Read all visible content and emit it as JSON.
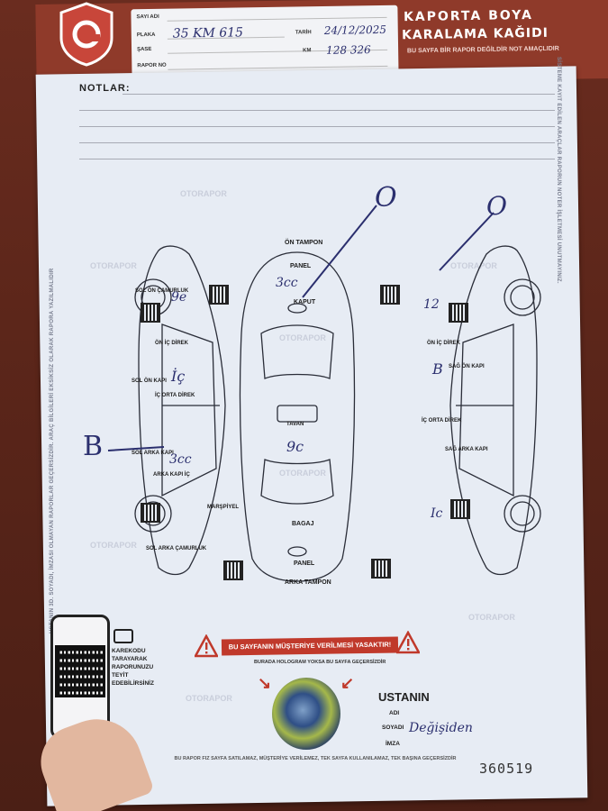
{
  "form": {
    "title_line1": "KAPORTA BOYA",
    "title_line2": "KARALAMA KAĞIDI",
    "subtitle": "BU SAYFA BİR RAPOR DEĞİLDİR NOT AMAÇLIDIR",
    "fields": {
      "owner_label": "SAYI ADI",
      "plate_label": "PLAKA",
      "chassis_label": "ŞASE",
      "report_no_label": "RAPOR NO",
      "date_label": "TARİH",
      "km_label": "KM",
      "plate_value": "35 KM 615",
      "date_value": "24/12/2025",
      "km_value": "128 326"
    },
    "notes_label": "NOTLAR:",
    "brand_watermark": "OTORAPOR",
    "side_text_left": "USTANIN 3D. SOYADI, İMZASI OLMAYAN RAPORLAR GEÇERSİZDİR. ARAÇ BİLGİLERİ EKSİKSİZ OLARAK RAPORA YAZILMALIDIR",
    "side_text_right": "SİSTEME KAYIT EDİLEN ARAÇLAR RAPORUN NOTER İŞLETMESİ UNUTMAYINIZ.",
    "diagram": {
      "front": "ÖN TAMPON",
      "rear": "ARKA TAMPON",
      "panel_top": "PANEL",
      "panel_bottom": "PANEL",
      "hood": "KAPUT",
      "trunk": "BAGAJ",
      "roof": "TAVAN",
      "left_front_fender": "SOL ÖN ÇAMURLUK",
      "left_front_door": "SOL ÖN KAPI",
      "left_rear_door": "SOL ARKA KAPI",
      "left_rear_fender": "SOL ARKA ÇAMURLUK",
      "inner_front": "ÖN İÇ DİREK",
      "inner_mid": "İÇ ORTA DİREK",
      "inner_rear": "ARKA KAPI İÇ",
      "right_front_door": "SAĞ ÖN KAPI",
      "right_rear_door": "SAĞ ARKA KAPI",
      "pillar": "MARŞPİYEL"
    },
    "handwritten": {
      "hood_letter": "O",
      "right_letter": "O",
      "left_letter": "B",
      "code_1": "3cc",
      "code_2": "9e",
      "code_3": "İç",
      "code_4": "12",
      "code_5": "9c",
      "code_6": "B",
      "code_7": "3cc",
      "code_8": "Ic"
    },
    "warning": "BU SAYFANIN MÜŞTERİYE VERİLMESİ YASAKTIR!",
    "hologram": "BURADA HOLOGRAM YOKSA BU SAYFA GEÇERSİZDİR",
    "qr_text": "KAREKODU TARAYARAK RAPORUNUZU TEYİT EDEBİLİRSİNİZ",
    "master_title": "USTANIN",
    "master_name_label": "ADI",
    "master_surname_label": "SOYADI",
    "master_sign_label": "İMZA",
    "master_signature": "Değişiden",
    "serial": "360519",
    "footer": "BU RAPOR FIZ SAYFA SATILAMAZ, MÜŞTERİYE VERİLEMEZ, TEK SAYFA KULLANILAMAZ, TEK BAŞINA GEÇERSİZDİR"
  },
  "colors": {
    "header_red": "#8f3a2a",
    "paper": "#e7ecf4",
    "ink": "#2b2f6e",
    "warning_red": "#c0392b"
  }
}
